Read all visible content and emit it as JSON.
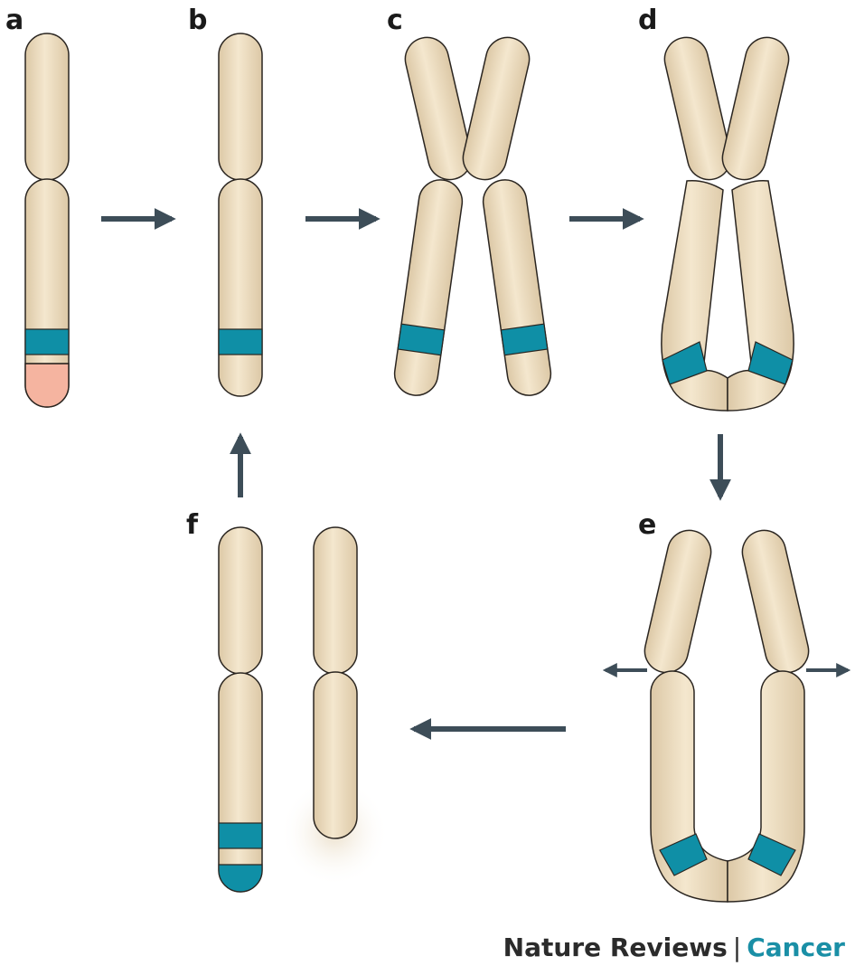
{
  "panels": {
    "a": "a",
    "b": "b",
    "c": "c",
    "d": "d",
    "e": "e",
    "f": "f"
  },
  "journal": {
    "name": "Nature Reviews",
    "separator": "|",
    "subject": "Cancer"
  },
  "colors": {
    "chromatid": "#e8d6b5",
    "outline": "#2a2520",
    "band": "#0f8fa6",
    "telomere": "#f5b4a0",
    "arrow": "#3d4d58",
    "journal_accent": "#1a8fa6"
  }
}
